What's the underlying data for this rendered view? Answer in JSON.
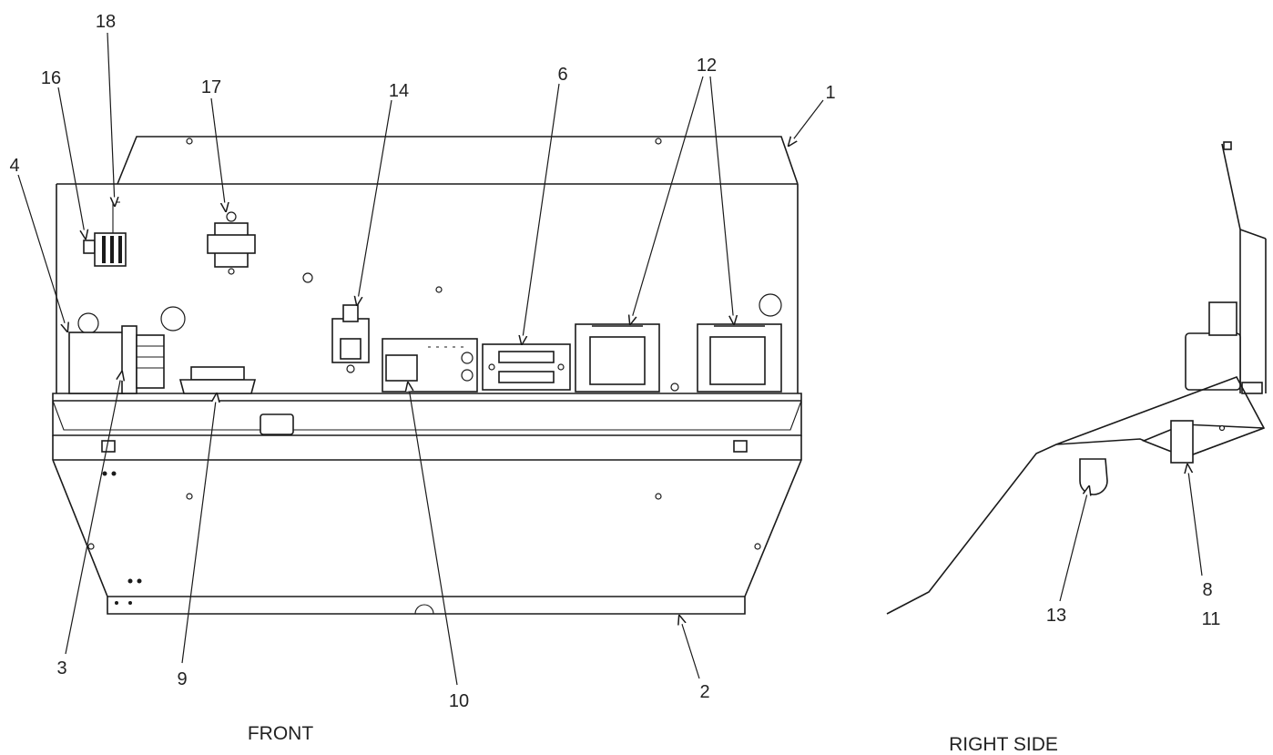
{
  "callouts": {
    "c1": "1",
    "c2": "2",
    "c3": "3",
    "c4": "4",
    "c6": "6",
    "c8": "8",
    "c9": "9",
    "c10": "10",
    "c11": "11",
    "c12": "12",
    "c13": "13",
    "c14": "14",
    "c16": "16",
    "c17": "17",
    "c18": "18"
  },
  "views": {
    "front": "FRONT",
    "right_side": "RIGHT SIDE"
  }
}
